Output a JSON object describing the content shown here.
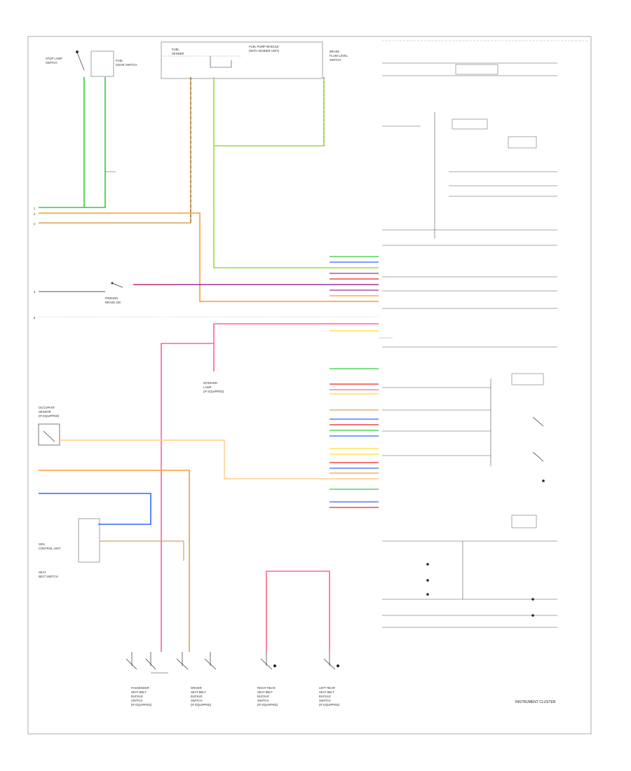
{
  "diagram": {
    "footer_left": "",
    "right_vertical_label": "",
    "instrument_cluster_label": "INSTRUMENT CLUSTER",
    "connector_left": [
      "1",
      "2",
      "3",
      "4",
      "5"
    ],
    "connector_mid_labels": [],
    "connector_mid_pins": [],
    "connector_right_pins": [],
    "bottom_switches": [
      {
        "label": "PASSENGER\nSEAT BELT\nBUCKLE\nSWITCH\n(IF EQUIPPED)"
      },
      {
        "label": "DRIVER\nSEAT BELT\nBUCKLE\nSWITCH\n(IF EQUIPPED)"
      },
      {
        "label": "RIGHT REAR\nSEAT BELT\nBUCKLE\nSWITCH\n(IF EQUIPPED)"
      },
      {
        "label": "LEFT REAR\nSEAT BELT\nBUCKLE\nSWITCH\n(IF EQUIPPED)"
      }
    ]
  },
  "colors": {
    "green": "#33cc33",
    "lightgreen": "#99dd33",
    "orange": "#ff9933",
    "brown": "#996633",
    "pink": "#ff6688",
    "blue": "#3366ff",
    "red": "#ee2222",
    "purple": "#993399",
    "yellow": "#ffdd33",
    "tan": "#d4a35a",
    "gray": "#666666"
  }
}
